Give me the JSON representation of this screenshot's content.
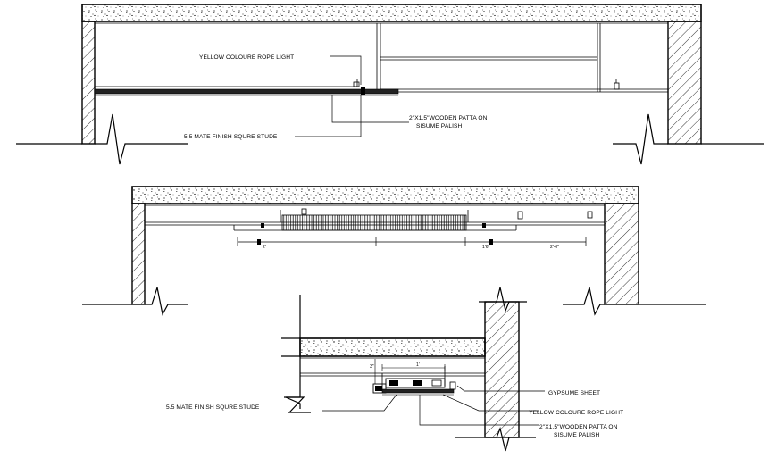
{
  "labels": {
    "rope_light_top": "YELLOW COLOURE ROPE LIGHT",
    "wooden_patta_top_l1": "2\"X1.5\"WOODEN PATTA ON",
    "wooden_patta_top_l2": "SISUME PALISH",
    "stud_top": "5.5 MATE FINISH SQURE STUDE",
    "stud_detail": "5.5 MATE FINISH SQURE STUDE",
    "gypsum_detail": "GYPSUME SHEET",
    "rope_light_detail": "YELLOW COLOURE ROPE LIGHT",
    "wooden_patta_detail_l1": "2\"X1.5\"WOODEN PATTA ON",
    "wooden_patta_detail_l2": "SISUME PALISH"
  },
  "dimensions": {
    "mid_1": "2'",
    "mid_2": "1'6\"",
    "mid_3": "2'-0\"",
    "detail_1": "1'",
    "detail_2": "3\""
  }
}
